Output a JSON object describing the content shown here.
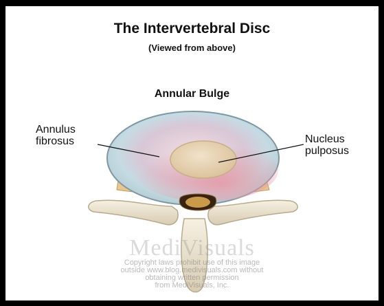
{
  "title": "The Intervertebral Disc",
  "subtitle": "(Viewed from above)",
  "section_title": "Annular Bulge",
  "labels": {
    "annulus": [
      "Annulus",
      "fibrosus"
    ],
    "nucleus": [
      "Nucleus",
      "pulposus"
    ]
  },
  "watermark": {
    "brand": "MediVisuals",
    "lines": [
      "Copyright laws prohibit use of this image",
      "outside www.blog.medivisuals.com without",
      "obtaining written permission",
      "from MediVisuals, Inc."
    ]
  },
  "colors": {
    "frame": "#000000",
    "disc_outer": "#c9dde4",
    "nucleus": "#e7d2b4",
    "bone": "#efe7d4"
  }
}
